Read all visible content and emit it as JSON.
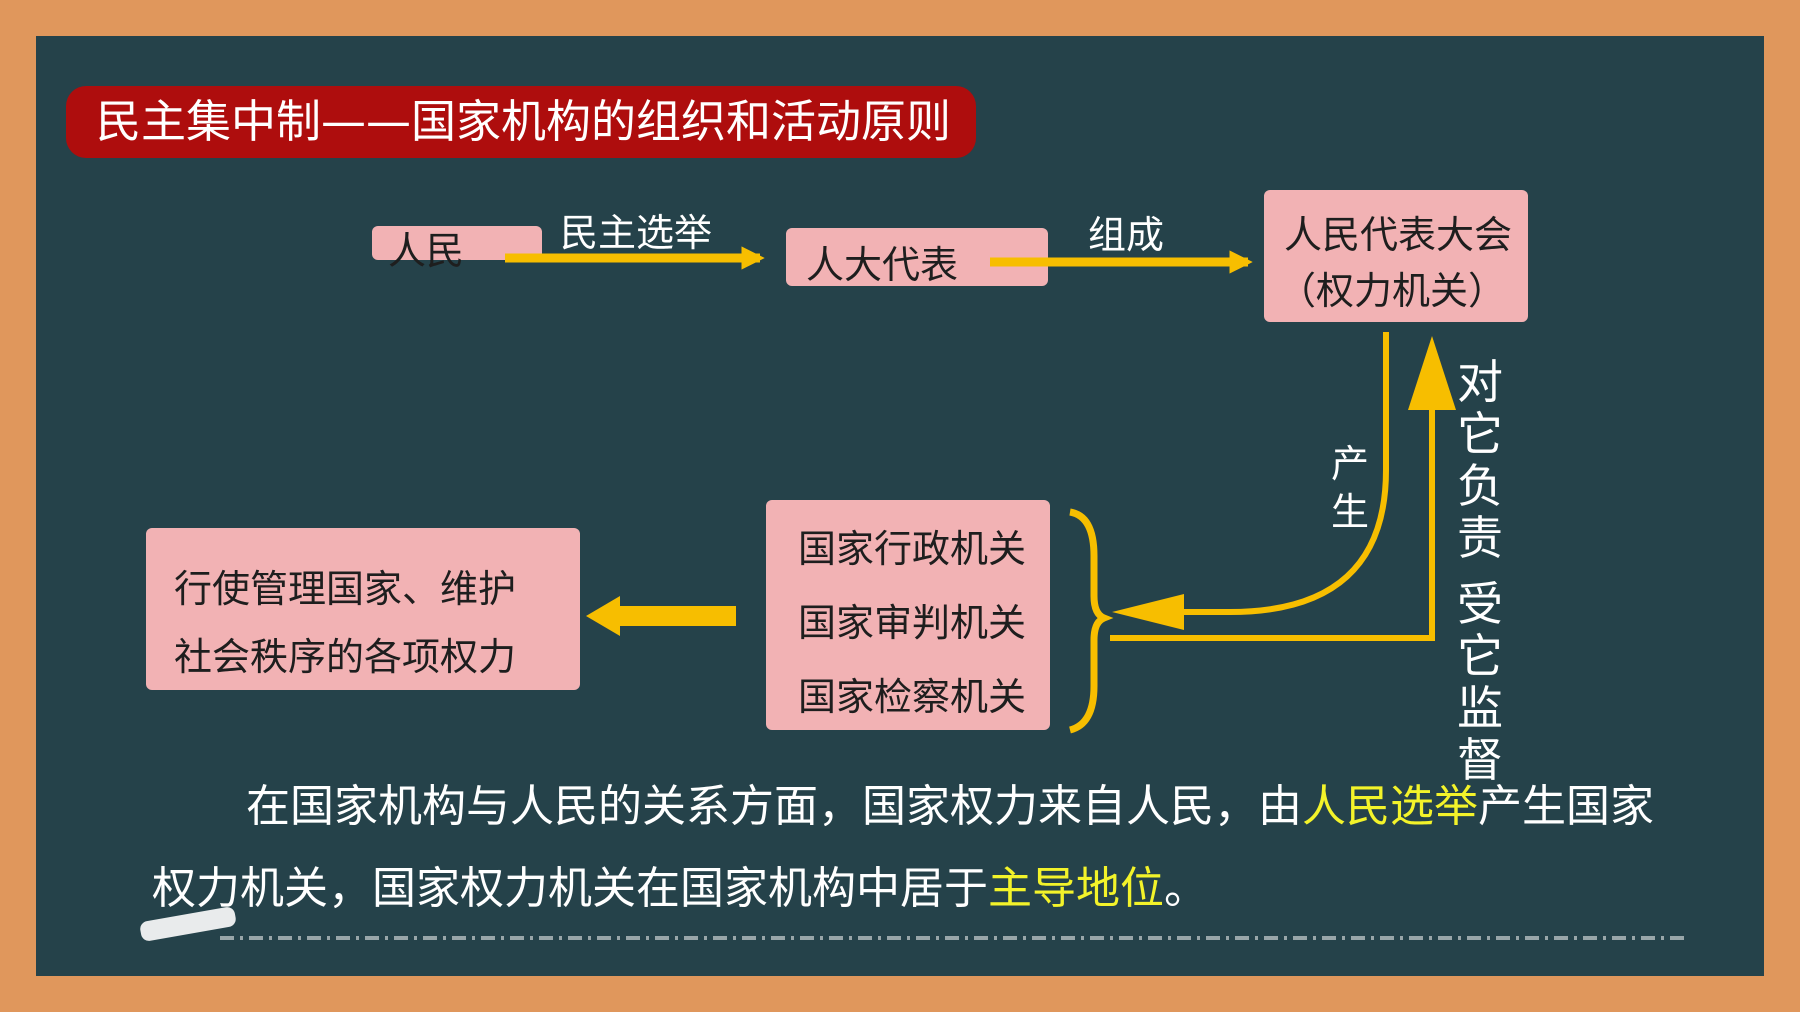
{
  "title": "民主集中制——国家机构的组织和活动原则",
  "nodes": {
    "people": "人民",
    "deputies": "人大代表",
    "congress_line1": "人民代表大会",
    "congress_line2": "（权力机关）",
    "organ_admin": "国家行政机关",
    "organ_judicial": "国家审判机关",
    "organ_procuratorial": "国家检察机关",
    "powers_line1": "行使管理国家、维护",
    "powers_line2": "社会秩序的各项权力"
  },
  "edge_labels": {
    "democratic_election": "民主选举",
    "compose": "组成",
    "produce": "产生",
    "responsible": "对它负责",
    "supervised": "受它监督"
  },
  "paragraph": {
    "line1_part1": "在国家机构与人民的关系方面，国家权力来自人民，由",
    "line1_highlight": "人民选举",
    "line1_part2": "产生国家",
    "line2_part1": "权力机关，国家权力机关在国家机构中居于",
    "line2_highlight": "主导地位",
    "line2_part2": "。"
  },
  "colors": {
    "frame": "#e0975c",
    "board": "#25424a",
    "title_bg": "#ae0d0d",
    "box": "#f2b2b4",
    "arrow": "#f7be00",
    "highlight": "#f3f32a"
  }
}
